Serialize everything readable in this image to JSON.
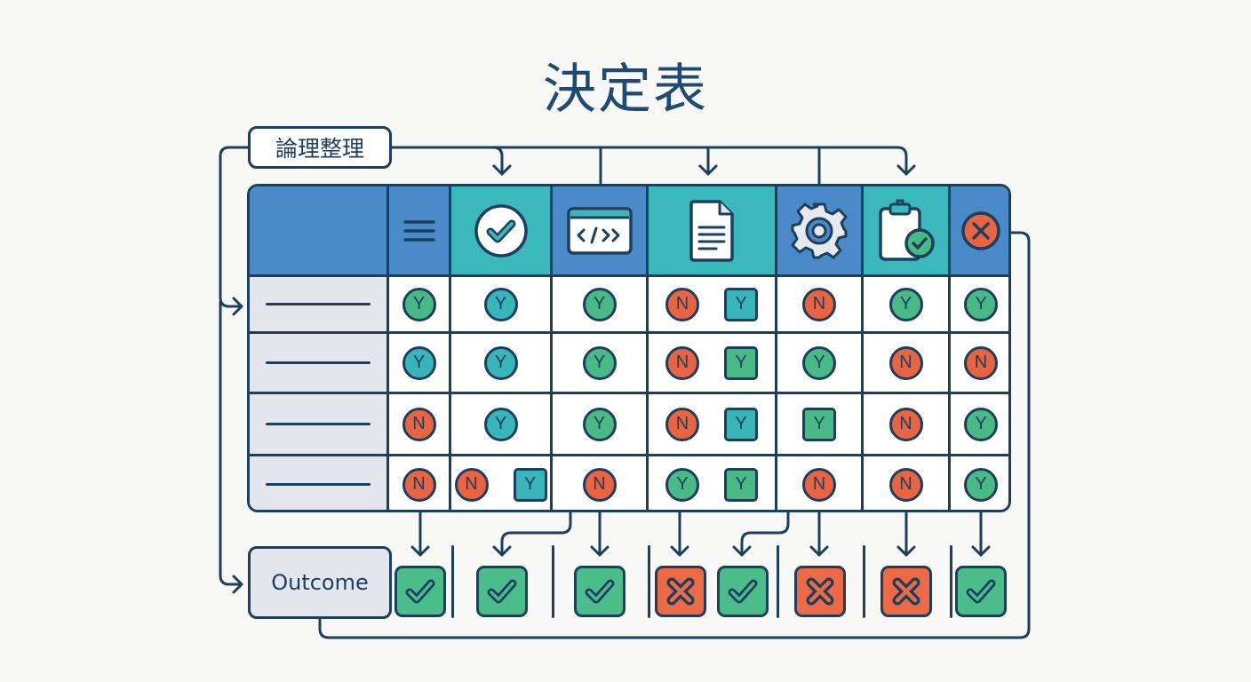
{
  "title": "決定表",
  "tag_label": "論理整理",
  "outcome_label": "Outcome",
  "colors": {
    "ink": "#1c3f5e",
    "header_blue": "#4b8ac8",
    "header_teal": "#3bb8bc",
    "yes_green": "#49b985",
    "yes_teal": "#38b5b8",
    "no_red": "#ea6442",
    "row_label_bg": "#e3e6ec",
    "background": "#f8f8f6"
  },
  "columns": [
    {
      "icon": "menu-lines-icon",
      "header_color": "blue"
    },
    {
      "icon": "check-circle-icon",
      "header_color": "teal"
    },
    {
      "icon": "code-window-icon",
      "header_color": "blue"
    },
    {
      "icon": "document-icon",
      "header_color": "teal"
    },
    {
      "icon": "gear-icon",
      "header_color": "blue"
    },
    {
      "icon": "clipboard-check-icon",
      "header_color": "teal"
    },
    {
      "icon": "x-circle-icon",
      "header_color": "blue"
    }
  ],
  "rows": [
    {
      "cells": [
        [
          {
            "v": "Y",
            "c": "g",
            "s": "circle"
          }
        ],
        [
          {
            "v": "Y",
            "c": "t",
            "s": "circle"
          }
        ],
        [
          {
            "v": "Y",
            "c": "g",
            "s": "circle"
          }
        ],
        [
          {
            "v": "N",
            "c": "r",
            "s": "circle"
          },
          {
            "v": "Y",
            "c": "t",
            "s": "square"
          }
        ],
        [
          {
            "v": "N",
            "c": "r",
            "s": "circle"
          }
        ],
        [
          {
            "v": "Y",
            "c": "g",
            "s": "circle"
          }
        ],
        [
          {
            "v": "Y",
            "c": "g",
            "s": "circle"
          }
        ]
      ]
    },
    {
      "cells": [
        [
          {
            "v": "Y",
            "c": "t",
            "s": "circle"
          }
        ],
        [
          {
            "v": "Y",
            "c": "t",
            "s": "circle"
          }
        ],
        [
          {
            "v": "Y",
            "c": "g",
            "s": "circle"
          }
        ],
        [
          {
            "v": "N",
            "c": "r",
            "s": "circle"
          },
          {
            "v": "Y",
            "c": "g",
            "s": "square"
          }
        ],
        [
          {
            "v": "Y",
            "c": "g",
            "s": "circle"
          }
        ],
        [
          {
            "v": "N",
            "c": "r",
            "s": "circle"
          }
        ],
        [
          {
            "v": "N",
            "c": "r",
            "s": "circle"
          }
        ]
      ]
    },
    {
      "cells": [
        [
          {
            "v": "N",
            "c": "r",
            "s": "circle"
          }
        ],
        [
          {
            "v": "Y",
            "c": "t",
            "s": "circle"
          }
        ],
        [
          {
            "v": "Y",
            "c": "g",
            "s": "circle"
          }
        ],
        [
          {
            "v": "N",
            "c": "r",
            "s": "circle"
          },
          {
            "v": "Y",
            "c": "t",
            "s": "square"
          }
        ],
        [
          {
            "v": "Y",
            "c": "g",
            "s": "square"
          }
        ],
        [
          {
            "v": "N",
            "c": "r",
            "s": "circle"
          }
        ],
        [
          {
            "v": "Y",
            "c": "g",
            "s": "circle"
          }
        ]
      ]
    },
    {
      "cells": [
        [
          {
            "v": "N",
            "c": "r",
            "s": "circle"
          }
        ],
        [
          {
            "v": "N",
            "c": "r",
            "s": "circle"
          },
          {
            "v": "Y",
            "c": "t",
            "s": "square"
          }
        ],
        [
          {
            "v": "N",
            "c": "r",
            "s": "circle"
          }
        ],
        [
          {
            "v": "Y",
            "c": "g",
            "s": "circle"
          },
          {
            "v": "Y",
            "c": "g",
            "s": "square"
          }
        ],
        [
          {
            "v": "N",
            "c": "r",
            "s": "circle"
          }
        ],
        [
          {
            "v": "N",
            "c": "r",
            "s": "circle"
          }
        ],
        [
          {
            "v": "Y",
            "c": "g",
            "s": "circle"
          }
        ]
      ]
    }
  ],
  "outcomes": [
    {
      "result": "pass",
      "icon": "check-icon"
    },
    {
      "result": "pass",
      "icon": "check-icon"
    },
    {
      "result": "pass",
      "icon": "check-icon"
    },
    {
      "result": "fail",
      "icon": "x-icon"
    },
    {
      "result": "pass",
      "icon": "check-icon"
    },
    {
      "result": "fail",
      "icon": "x-icon"
    },
    {
      "result": "fail",
      "icon": "x-icon"
    },
    {
      "result": "pass",
      "icon": "check-icon"
    }
  ]
}
